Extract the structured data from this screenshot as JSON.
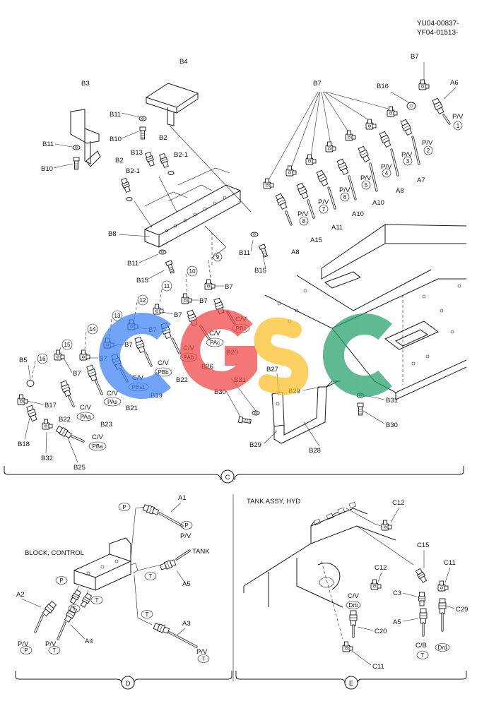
{
  "header": {
    "ref_line1": "YU04-00837-",
    "ref_line2": "YF04-01513-"
  },
  "watermark": {
    "letters": [
      "C",
      "G",
      "S",
      "C"
    ],
    "colors": [
      "#3b82f6",
      "#ef4444",
      "#fbbf24",
      "#22a06b"
    ]
  },
  "sections": {
    "c": {
      "marker": "C"
    },
    "d": {
      "marker": "D",
      "block_title": "BLOCK, CONTROL"
    },
    "e": {
      "marker": "E",
      "tank_title": "TANK ASSY, HYD"
    }
  },
  "section_c": {
    "labels": {
      "b3": "B3",
      "b4": "B4",
      "b11a": "B11",
      "b10a": "B10",
      "b11b": "B11",
      "b10b": "B10",
      "b2a": "B2",
      "b21a": "B2-1",
      "b13": "B13",
      "b2b": "B2",
      "b21b": "B2-1",
      "b8": "B8",
      "b11c": "B11",
      "b15a": "B15",
      "b11d": "B11",
      "b15b": "B15",
      "b7top": "B7",
      "b16": "B16",
      "a6": "A6",
      "pv1": "P/V",
      "b7fan": "B7",
      "pv2": "P/V",
      "a7": "A7",
      "pv3": "P/V",
      "a8a": "A8",
      "pv4": "P/V",
      "a10a": "A10",
      "pv5": "P/V",
      "a10b": "A10",
      "pv6": "P/V",
      "a11": "A11",
      "pv7": "P/V",
      "a15": "A15",
      "pv8": "P/V",
      "a8b": "A8",
      "b7r1": "B7",
      "b7r2": "B7",
      "b7r3": "B7",
      "b7r4": "B7",
      "b7r5": "B7",
      "b7r6": "B7",
      "b7r7": "B7",
      "cv_pbc": "C/V",
      "cv_pac": "C/V",
      "cv_pab": "C/V",
      "cv_pbb": "C/V",
      "cv_pbs1": "C/V",
      "cv_pas": "C/V",
      "cv_paa": "C/V",
      "cv_pba": "C/V",
      "b20": "B20",
      "b26": "B26",
      "b22a": "B22",
      "b19": "B19",
      "b21": "B21",
      "b23": "B23",
      "b22b": "B22",
      "b5": "B5",
      "b17": "B17",
      "b18": "B18",
      "b32": "B32",
      "b25": "B25",
      "b27": "B27",
      "b31a": "B31",
      "b30a": "B30",
      "b29a": "B29",
      "b31b": "B31",
      "b30b": "B30",
      "b29b": "B29",
      "b28": "B28"
    },
    "ovals": {
      "pbc": "PBc",
      "pac": "PAc",
      "pab": "PAb",
      "pbb": "PBb",
      "pbs1": "PBs1",
      "pas": "PAs",
      "paa": "PAa",
      "pba": "PBa"
    },
    "circled": {
      "n1": "1",
      "n2": "2",
      "n3": "3",
      "n4": "4",
      "n5": "5",
      "n6": "6",
      "n7": "7",
      "n8": "8",
      "n9": "9",
      "n10": "10",
      "n11": "11",
      "n12": "12",
      "n13": "13",
      "n14": "14",
      "n15": "15",
      "n16": "16"
    }
  },
  "section_d": {
    "labels": {
      "a1": "A1",
      "pv_top": "P/V",
      "tank": "TANK",
      "a5": "A5",
      "a2": "A2",
      "pv_left": "P/V",
      "pv_mid": "P/V",
      "a4": "A4",
      "a3": "A3",
      "pv_bot": "P/V"
    },
    "ovals": {
      "p1": "P",
      "p2": "P",
      "t1": "T",
      "t2": "T",
      "p3": "P",
      "t3": "T",
      "t4": "T",
      "p4": "P",
      "t5": "T",
      "t6": "T"
    }
  },
  "section_e": {
    "labels": {
      "c12a": "C12",
      "c15": "C15",
      "c11a": "C11",
      "c12b": "C12",
      "c3": "C3",
      "cv": "C/V",
      "c29": "C29",
      "a5": "A5",
      "c20": "C20",
      "cb": "C/B",
      "c11b": "C11"
    },
    "ovals": {
      "drb": "Drb",
      "drd": "Drd",
      "t": "T"
    }
  }
}
